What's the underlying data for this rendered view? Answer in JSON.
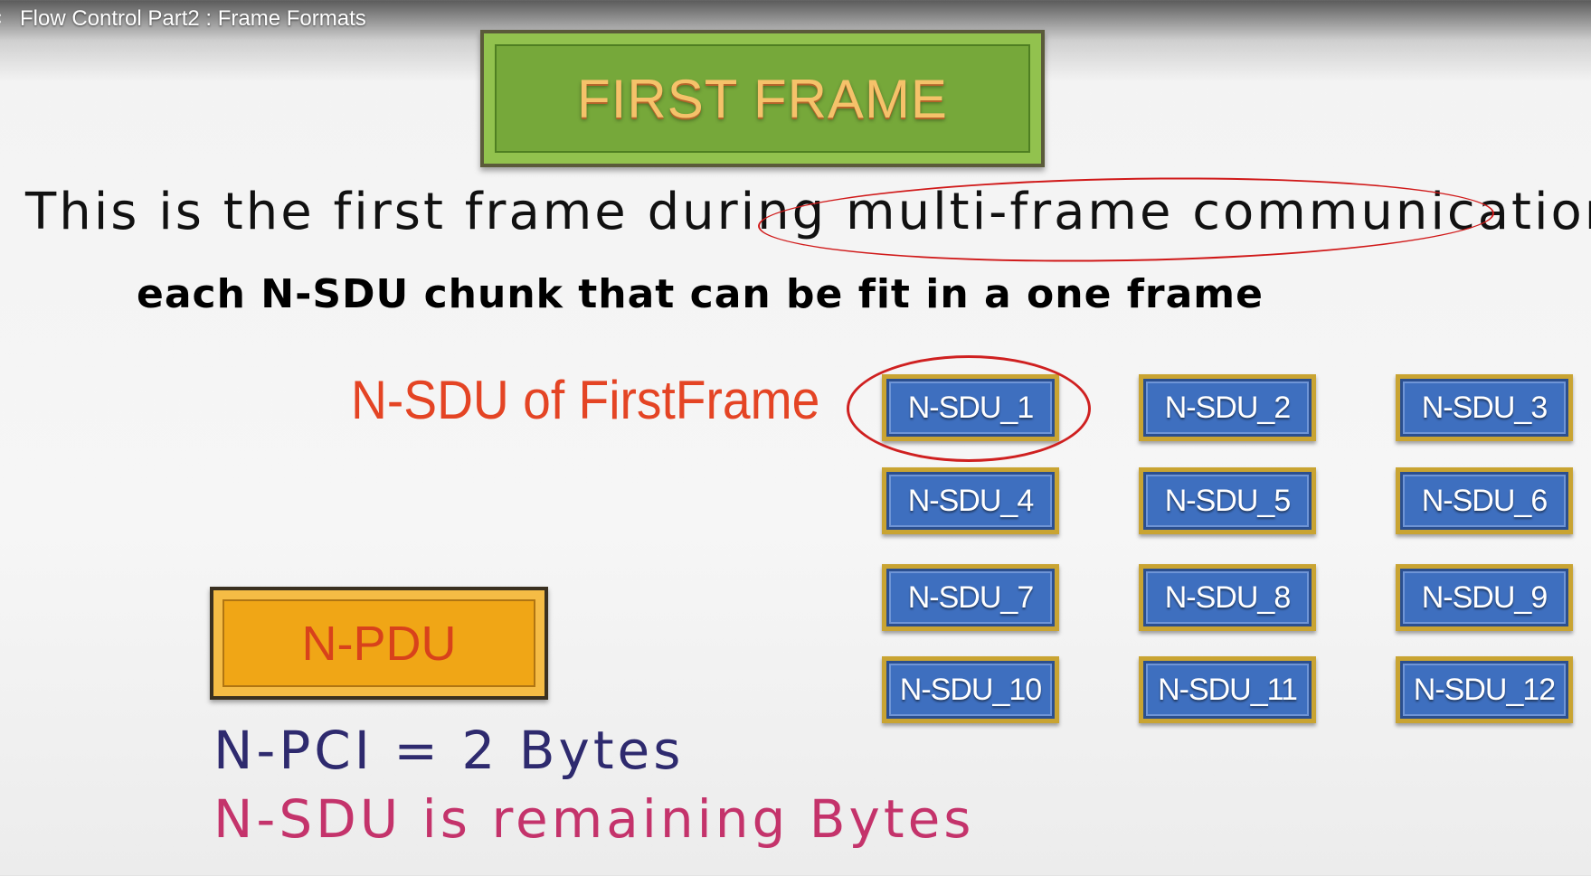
{
  "player": {
    "title": "Flow Control Part2 : Frame Formats"
  },
  "slide": {
    "heading": "FIRST FRAME",
    "description": "This is the first frame during multi-frame communication.",
    "subtitle": "each N-SDU chunk that can be fit in a one frame",
    "first_frame_label": "N-SDU of FirstFrame",
    "chunks": [
      "N-SDU_1",
      "N-SDU_2",
      "N-SDU_3",
      "N-SDU_4",
      "N-SDU_5",
      "N-SDU_6",
      "N-SDU_7",
      "N-SDU_8",
      "N-SDU_9",
      "N-SDU_10",
      "N-SDU_11",
      "N-SDU_12"
    ],
    "npdu_label": "N-PDU",
    "pci_text": "N-PCI = 2 Bytes",
    "remaining_text": "N-SDU is remaining Bytes"
  },
  "colors": {
    "annotation": "#d01919",
    "banner": "#76a83a",
    "chunk": "#3e6fbf",
    "npdu": "#f0a616"
  }
}
